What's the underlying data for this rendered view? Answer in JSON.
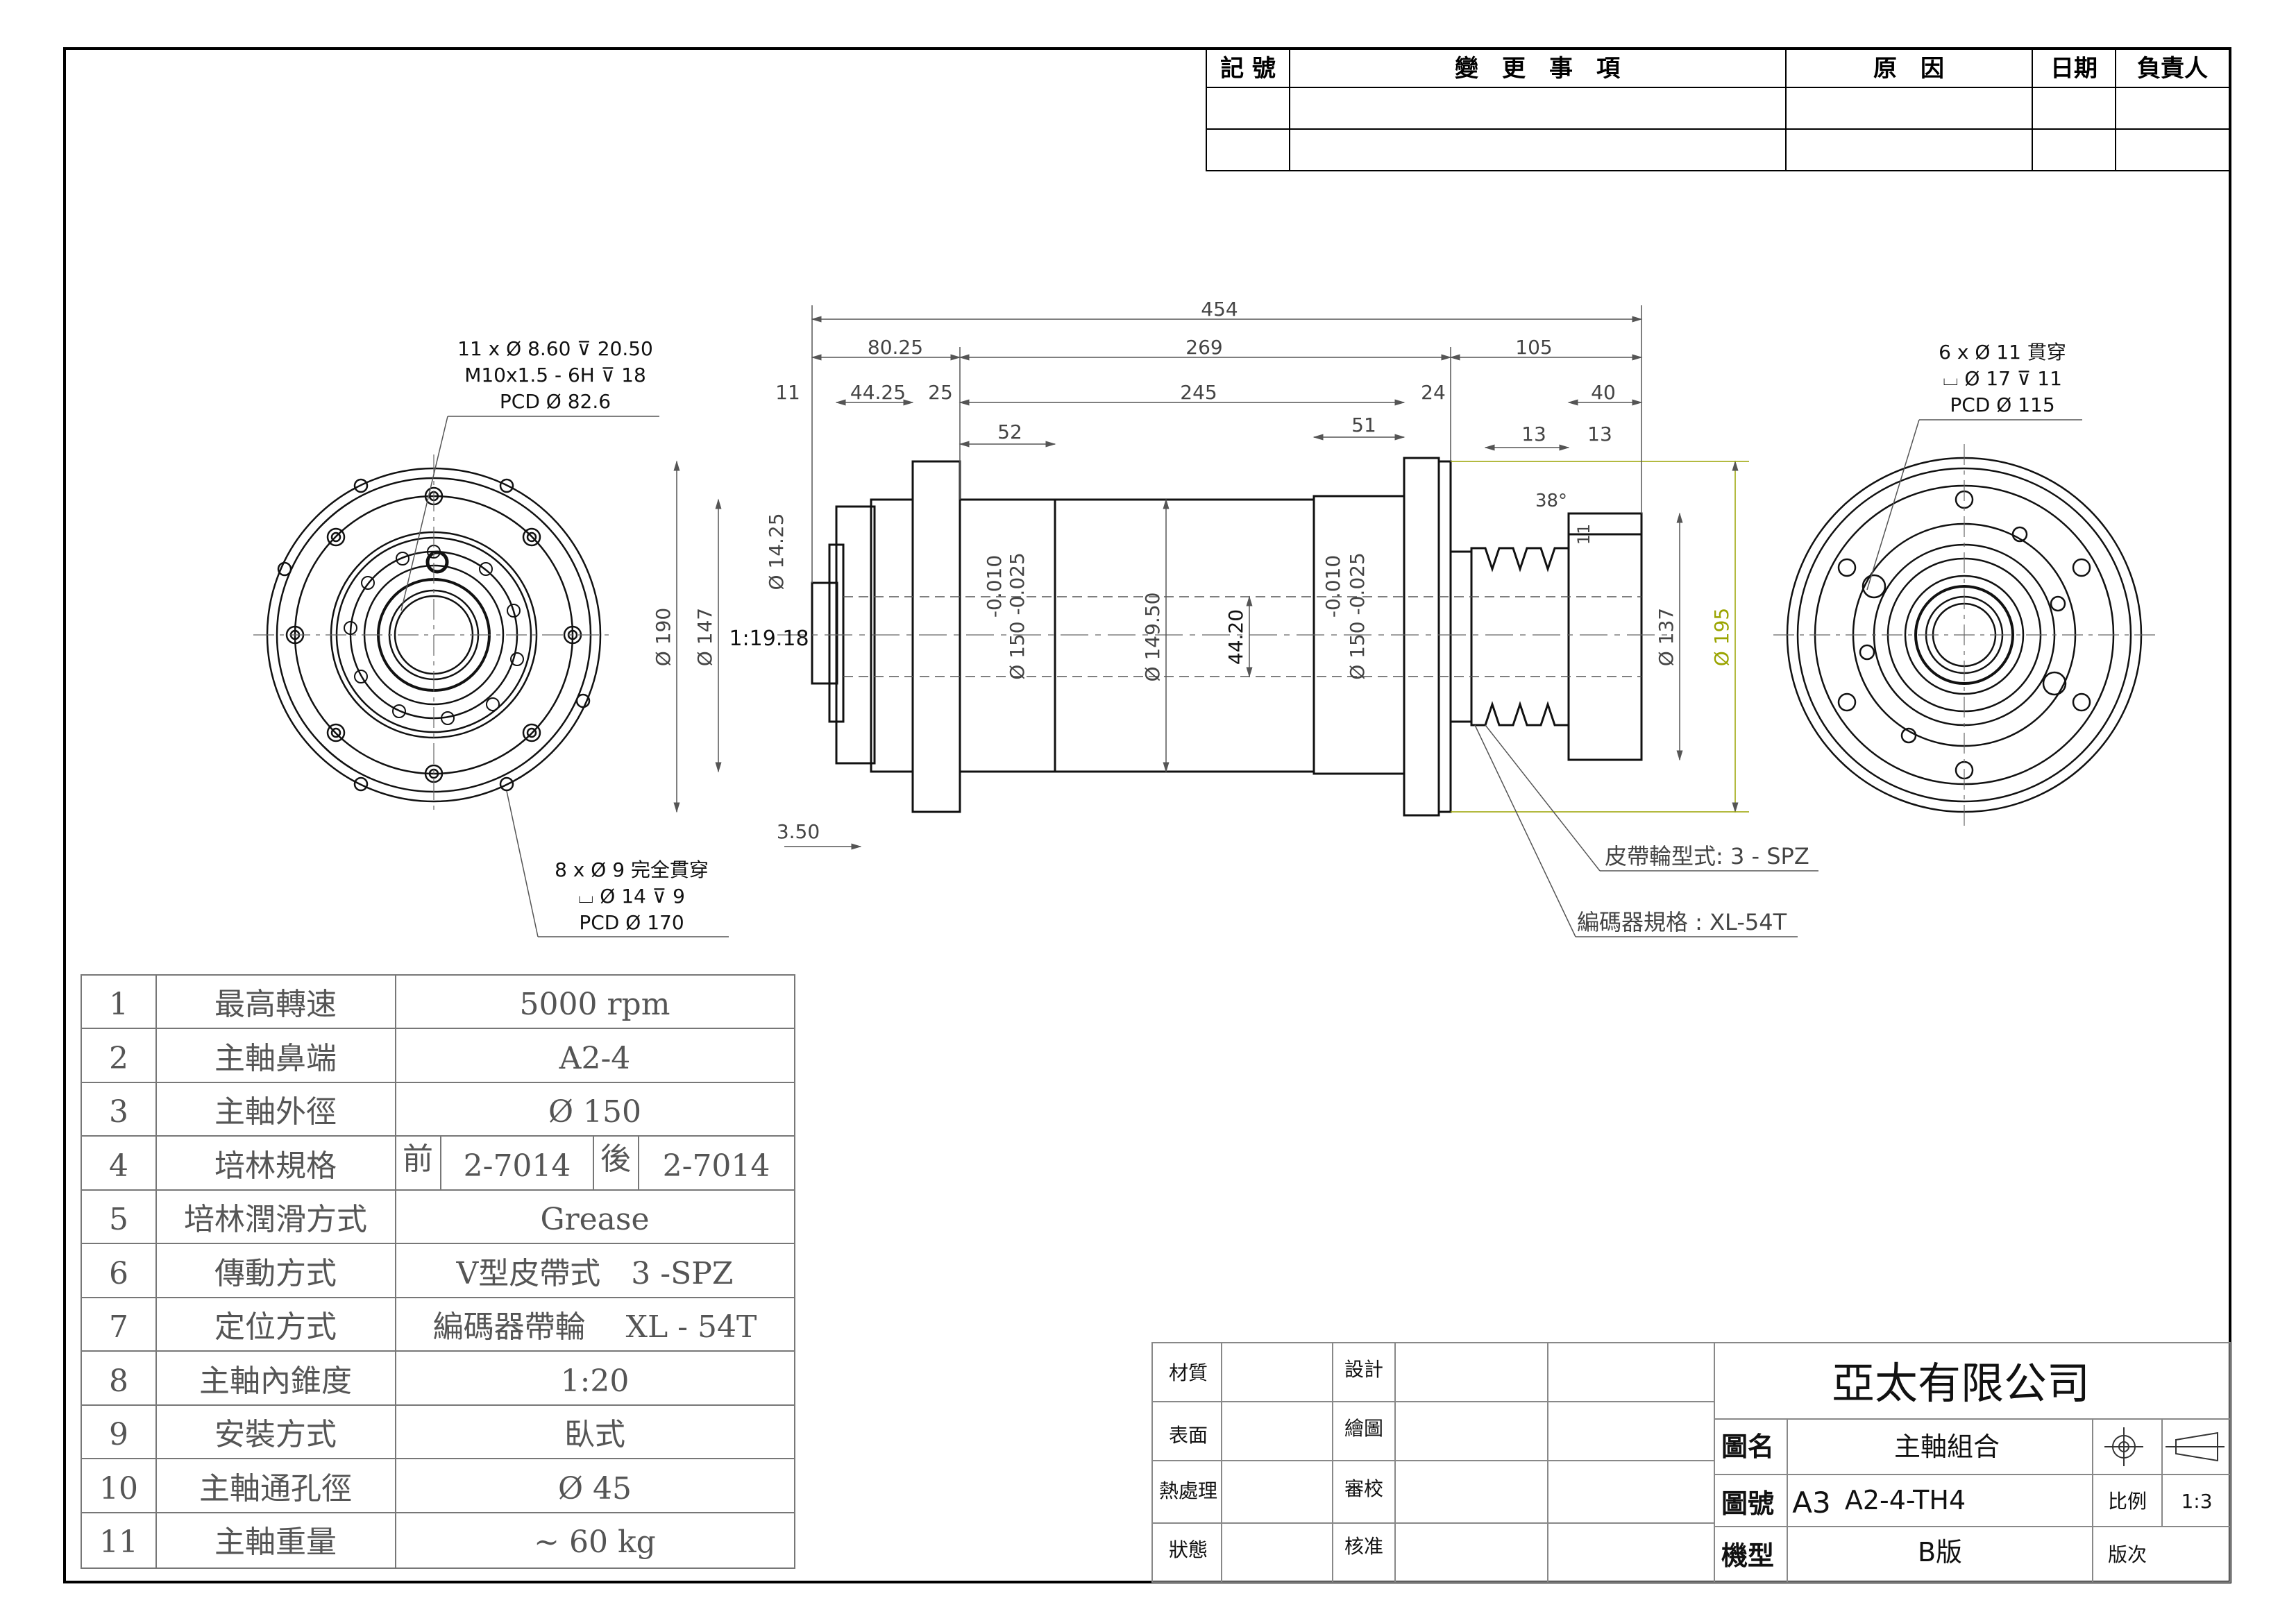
{
  "revision_table": {
    "headers": [
      "記 號",
      "變　更　事　項",
      "原　因",
      "日期",
      "負責人"
    ]
  },
  "dimensions": {
    "overall_length": "454",
    "d_80_25": "80.25",
    "d_269": "269",
    "d_105": "105",
    "d_11": "11",
    "d_44_25": "44.25",
    "d_25": "25",
    "d_245": "245",
    "d_24": "24",
    "d_40": "40",
    "d_52": "52",
    "d_51": "51",
    "d_13a": "13",
    "d_13b": "13",
    "angle": "38°",
    "d_11v": "11",
    "dia_190": "Ø 190",
    "dia_147": "Ø 147",
    "dia_14_25": "Ø 14.25",
    "taper": "1:19.18",
    "tol_left_upper": "-0.010",
    "tol_left_lower": "Ø 150 -0.025",
    "dia_149_50": "Ø 149.50",
    "bore_44_20": "44.20",
    "tol_right_upper": "-0.010",
    "tol_right_lower": "Ø 150 -0.025",
    "dia_137": "Ø 137",
    "dia_195": "Ø 195",
    "d_3_50": "3.50"
  },
  "callouts": {
    "front_holes": [
      "11 x Ø 8.60 ⊽ 20.50",
      "M10x1.5 - 6H ⊽ 18",
      "PCD Ø 82.6"
    ],
    "flange_holes": [
      "8 x Ø 9 完全貫穿",
      "⌴ Ø 14 ⊽ 9",
      "PCD Ø 170"
    ],
    "rear_holes": [
      "6 x Ø 11 貫穿",
      "⌴ Ø 17 ⊽ 11",
      "PCD Ø 115"
    ],
    "pulley": "皮帶輪型式: 3 - SPZ",
    "encoder": "編碼器規格 : XL-54T"
  },
  "spec_table": {
    "rows": [
      {
        "no": "1",
        "item": "最高轉速",
        "value": "5000 rpm"
      },
      {
        "no": "2",
        "item": "主軸鼻端",
        "value": "A2-4"
      },
      {
        "no": "3",
        "item": "主軸外徑",
        "value": "Ø 150"
      },
      {
        "no": "4",
        "item": "培林規格",
        "front_label": "前",
        "front": "2-7014",
        "rear_label": "後",
        "rear": "2-7014"
      },
      {
        "no": "5",
        "item": "培林潤滑方式",
        "value": "Grease"
      },
      {
        "no": "6",
        "item": "傳動方式",
        "value": "V型皮帶式　3 -SPZ"
      },
      {
        "no": "7",
        "item": "定位方式",
        "value": "編碼器帶輪　 XL - 54T"
      },
      {
        "no": "8",
        "item": "主軸內錐度",
        "value": "1:20"
      },
      {
        "no": "9",
        "item": "安裝方式",
        "value": "臥式"
      },
      {
        "no": "10",
        "item": "主軸通孔徑",
        "value": "Ø 45"
      },
      {
        "no": "11",
        "item": "主軸重量",
        "value": "~ 60 kg"
      }
    ]
  },
  "title_block": {
    "labels_left": [
      "材質",
      "表面",
      "熱處理",
      "狀態"
    ],
    "labels_mid": [
      "設計",
      "繪圖",
      "審校",
      "核准"
    ],
    "company": "亞太有限公司",
    "name_label": "圖名",
    "name": "主軸組合",
    "number_label": "圖號",
    "size": "A3",
    "number": "A2-4-TH4",
    "scale_label": "比例",
    "scale": "1:3",
    "model_label": "機型",
    "model": "B版",
    "version_label": "版次"
  }
}
